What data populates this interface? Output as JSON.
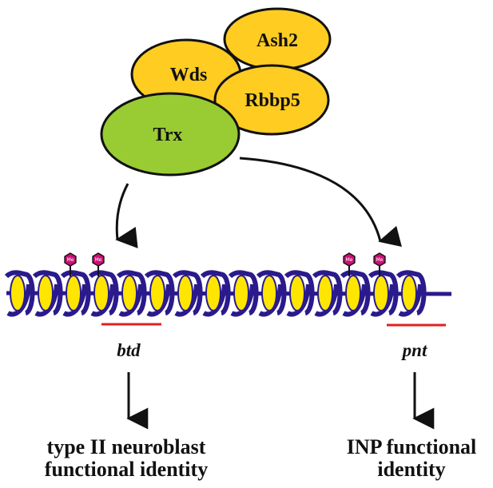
{
  "complex": {
    "trx": "Trx",
    "wds": "Wds",
    "ash2": "Ash2",
    "rbbp5": "Rbbp5"
  },
  "mark": "Me",
  "genes": {
    "left": "btd",
    "right": "pnt"
  },
  "outcomes": {
    "left": [
      "type II neuroblast",
      "functional identity"
    ],
    "right": [
      "INP functional",
      "identity"
    ]
  },
  "colors": {
    "trx_fill": "#99CC33",
    "subunit_fill": "#FFCC22",
    "nucleosome_fill": "#FFE600",
    "dna": "#2A1A8C",
    "gene_underline": "#E02020",
    "methyl_mark": "#CC1177",
    "outline": "#111111"
  }
}
